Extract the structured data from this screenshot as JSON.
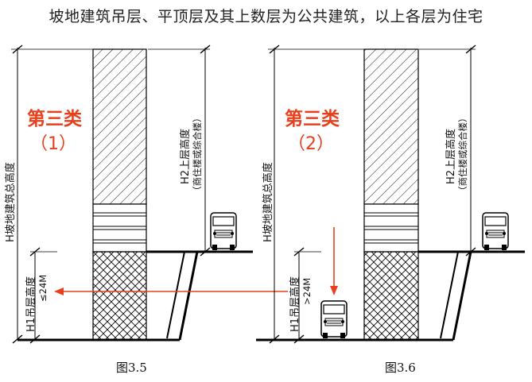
{
  "title": "坡地建筑吊层、平顶层及其上数层为公共建筑，以上各层为住宅",
  "left_panel": {
    "class_label": "第三类",
    "class_num": "（1）",
    "h_total_label": "H坡地建筑总高度",
    "h2_label": "H2上层高度",
    "h2_note": "（商住楼或综合楼）",
    "h1_label": "H1吊层高度",
    "h1_cond": "≤24M",
    "figure": "图3.5"
  },
  "right_panel": {
    "class_label": "第三类",
    "class_num": "（2）",
    "h_total_label": "H坡地建筑总高度",
    "h2_label": "H2上层高度",
    "h2_note": "（商住楼或综合楼）",
    "h1_label": "H1吊层高度",
    "h1_cond": ">24M",
    "figure": "图3.6"
  },
  "colors": {
    "accent": "#e8401c",
    "line": "#000000"
  }
}
